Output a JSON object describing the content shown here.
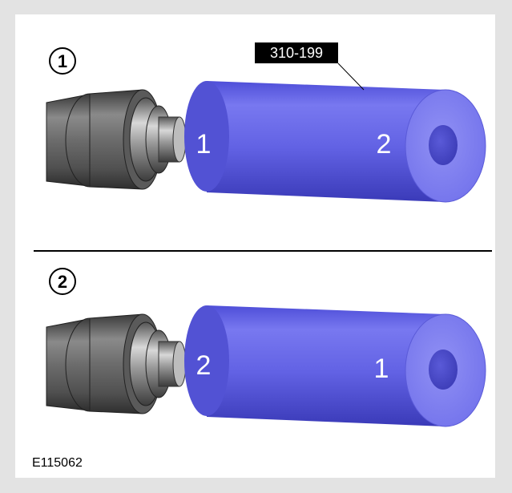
{
  "figure_id": "E115062",
  "tool_callout": "310-199",
  "colors": {
    "background": "#e3e3e3",
    "panel": "#ffffff",
    "tool_body": "#6b6bea",
    "tool_end": "#8484f0",
    "shaft": "#6a6a6a"
  },
  "steps": [
    {
      "number": "1",
      "left_end": "1",
      "right_end": "2"
    },
    {
      "number": "2",
      "left_end": "2",
      "right_end": "1"
    }
  ]
}
